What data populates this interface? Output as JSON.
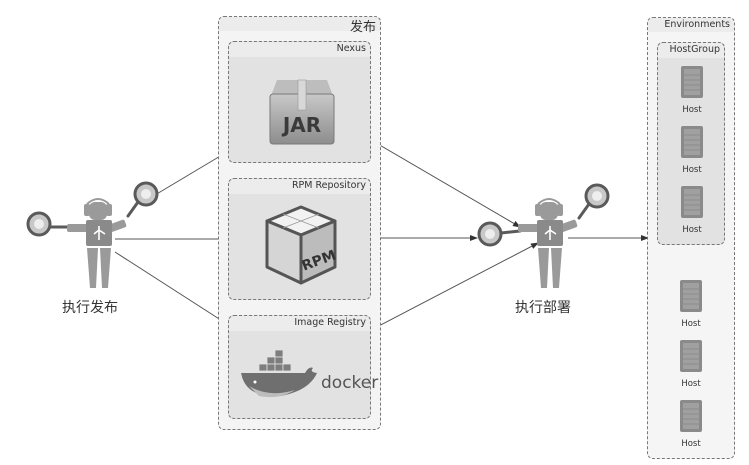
{
  "actors": {
    "release": {
      "label": "执行发布",
      "icon": "robot-actor-icon"
    },
    "deploy": {
      "label": "执行部署",
      "icon": "robot-actor-icon"
    }
  },
  "release_group": {
    "title": "发布",
    "repositories": [
      {
        "title": "Nexus",
        "artifact_label": "JAR",
        "icon": "jar-box-icon"
      },
      {
        "title": "RPM Repository",
        "artifact_label": "RPM",
        "icon": "rpm-box-icon"
      },
      {
        "title": "Image Registry",
        "artifact_label": "docker",
        "icon": "docker-whale-icon"
      }
    ]
  },
  "environments": {
    "title": "Environments",
    "host_group": {
      "title": "HostGroup",
      "hosts": [
        {
          "label": "Host"
        },
        {
          "label": "Host"
        },
        {
          "label": "Host"
        }
      ]
    },
    "hosts": [
      {
        "label": "Host"
      },
      {
        "label": "Host"
      },
      {
        "label": "Host"
      }
    ]
  },
  "colors": {
    "line": "#555555",
    "actor": "#9a9a9a",
    "group_bg": "#f4f4f4",
    "inner_bg": "#e2e2e2"
  }
}
